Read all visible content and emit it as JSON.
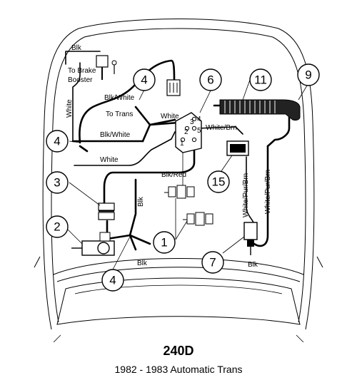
{
  "diagram": {
    "labels": {
      "blk_top": "Blk",
      "to_brake_booster_1": "To Brake",
      "to_brake_booster_2": "Booster",
      "white_left": "White",
      "blk_white_upper": "Blk/White",
      "to_trans": "To Trans",
      "blk_white_lower": "Blk/White",
      "white_mid": "White",
      "white_lower": "White",
      "white_brn": "White/Brn",
      "blk_red": "Blk/Red",
      "blk_vertical": "Blk",
      "white_pur_brn_1": "White/Pur/Brn",
      "white_pur_brn_2": "White/Pur/Brn",
      "blk_bottom_left": "Blk",
      "blk_bottom_right": "Blk"
    },
    "callouts": {
      "c4_top": "4",
      "c6": "6",
      "c11": "11",
      "c9": "9",
      "c4_left": "4",
      "c3": "3",
      "c15": "15",
      "c2": "2",
      "c1": "1",
      "c7": "7",
      "c4_bottom": "4"
    },
    "switch_pins": {
      "p1": "1",
      "p2": "2",
      "p3": "3",
      "p4": "4",
      "p5": "5"
    }
  },
  "title": {
    "model": "240D",
    "subtitle": "1982 - 1983 Automatic Trans"
  }
}
